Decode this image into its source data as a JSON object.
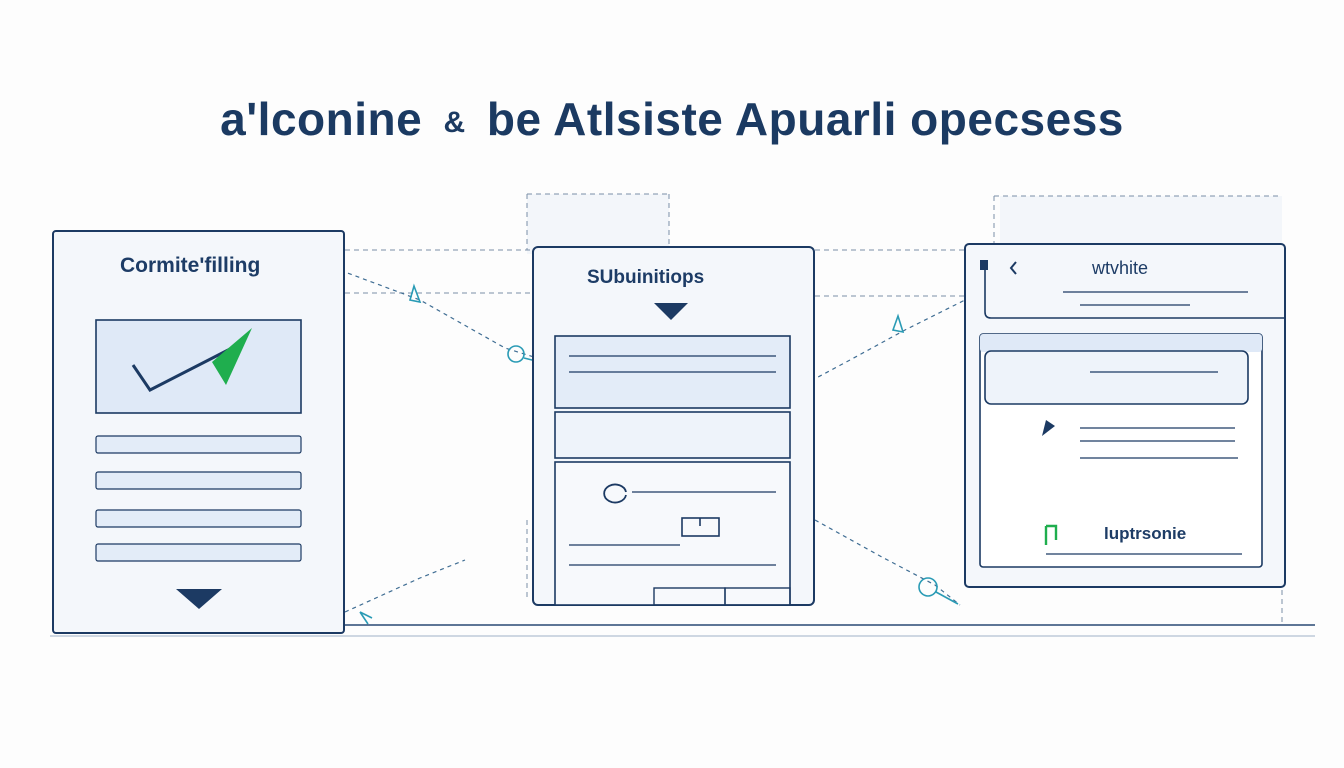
{
  "title": {
    "part1": "a'lconine",
    "connector": "&",
    "part2": "be Atlsiste Apuarli opecsess"
  },
  "panels": {
    "left": {
      "heading": "Cormite'filling"
    },
    "middle": {
      "heading": "SUbuinitiops"
    },
    "right": {
      "heading": "wtvhite",
      "footer": "luptrsonie"
    }
  },
  "colors": {
    "ink": "#1c3a63",
    "accent_green": "#1fae4e",
    "accent_teal": "#2a9bb5",
    "panel_fill": "#f4f7fb",
    "bar_fill": "#e3ecf8"
  }
}
